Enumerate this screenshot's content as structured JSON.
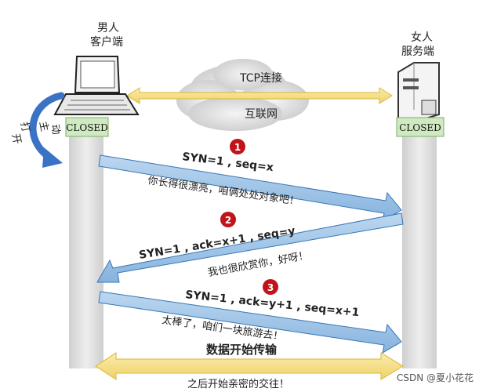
{
  "client": {
    "line1": "男人",
    "line2": "客户端",
    "state": "CLOSED"
  },
  "server": {
    "line1": "女人",
    "line2": "服务端",
    "state": "CLOSED"
  },
  "network": {
    "top_label": "TCP连接",
    "bottom_label": "互联网"
  },
  "active_open": {
    "chars": [
      "主",
      "动",
      "打",
      "开"
    ]
  },
  "handshake": [
    {
      "number": "1",
      "packet": "SYN=1 , seq=x",
      "caption": "你长得很漂亮，咱俩处处对象吧！"
    },
    {
      "number": "2",
      "packet": "SYN=1 , ack=x+1 , seq=y",
      "caption": "我也很欣赏你，好呀！"
    },
    {
      "number": "3",
      "packet": "SYN=1 , ack=y+1 , seq=x+1",
      "caption": "太棒了，咱们一块旅游去！"
    }
  ],
  "data_transfer": {
    "title": "数据开始传输",
    "caption": "之后开始亲密的交往！"
  },
  "watermark": "CSDN @夏小花花",
  "colors": {
    "lane": "#dcdcdc",
    "state_box": "#cfe9c0",
    "state_border": "#7cae6a",
    "arrow": "#9cc3e6",
    "arrow_border": "#3a76b4",
    "badge": "#c0141a",
    "data_arrow": "#f5de86",
    "data_arrow_border": "#d9b73a",
    "cloud": "#d6d6d6",
    "curved_arrow": "#3a72c4"
  }
}
